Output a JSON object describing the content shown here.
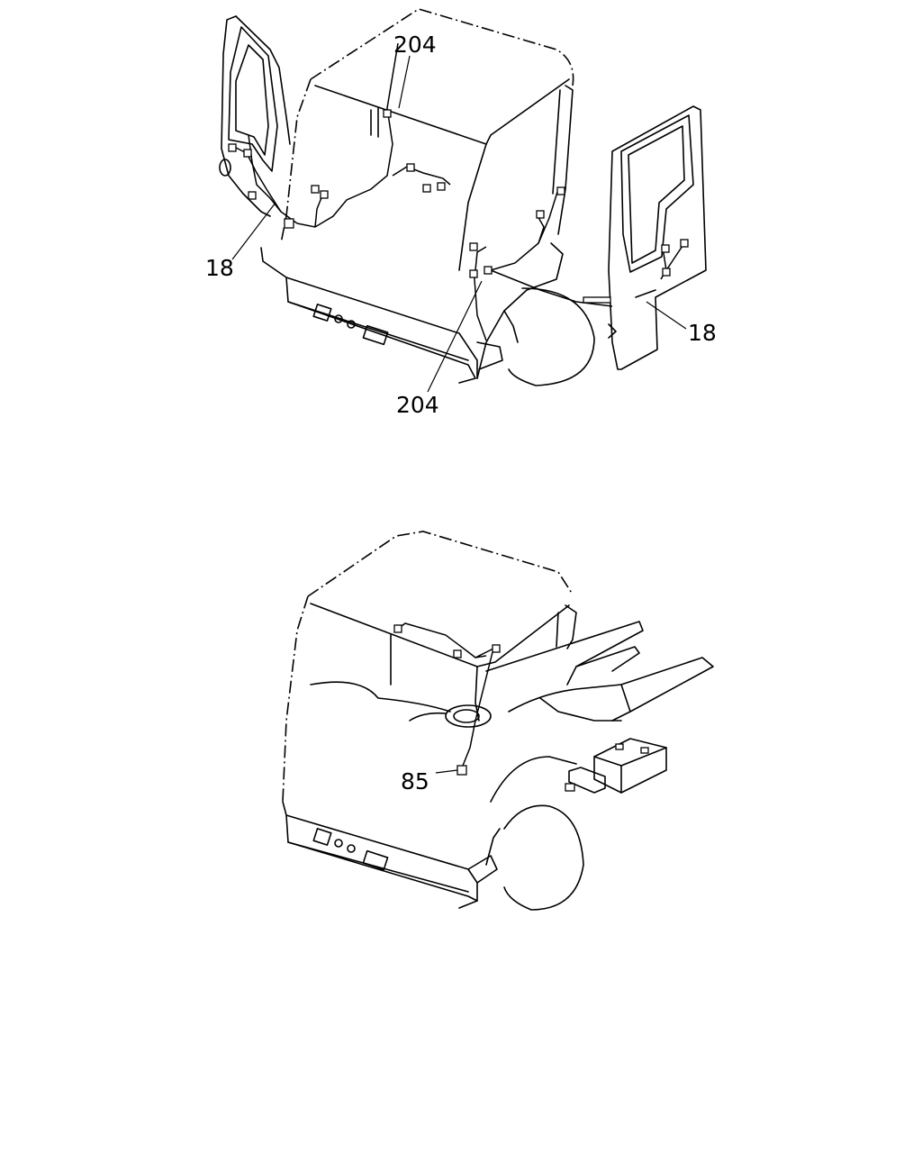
{
  "diagram": {
    "top_view": {
      "callouts": [
        {
          "id": "top-204-upper",
          "text": "204"
        },
        {
          "id": "top-18-left",
          "text": "18"
        },
        {
          "id": "top-18-right",
          "text": "18"
        },
        {
          "id": "top-204-lower",
          "text": "204"
        }
      ]
    },
    "bottom_view": {
      "callouts": [
        {
          "id": "bottom-85",
          "text": "85"
        }
      ]
    }
  }
}
